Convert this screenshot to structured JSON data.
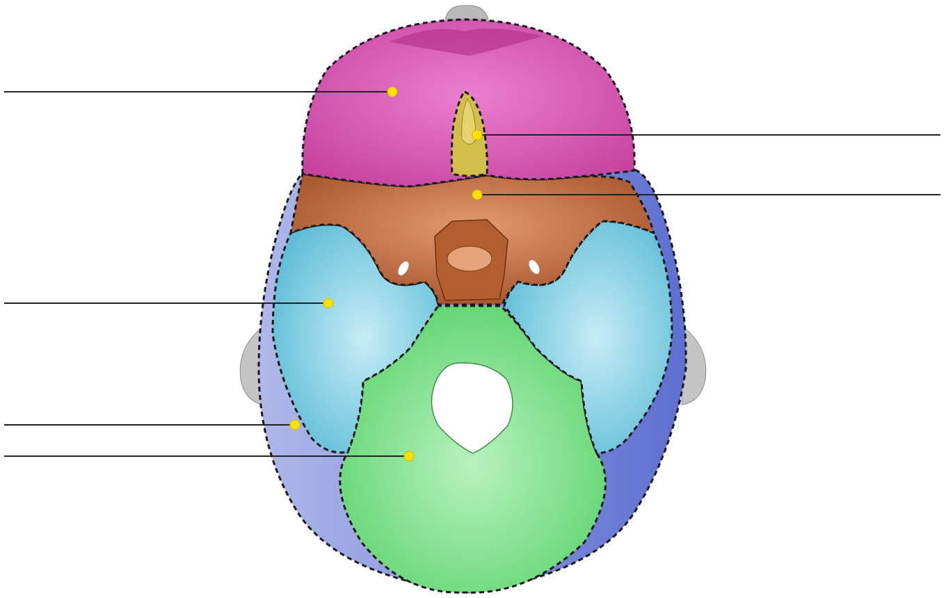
{
  "diagram": {
    "kind": "skull-base-superior-view",
    "colors": {
      "background": "#ffffff",
      "frontal": "#d54fb0",
      "ethmoid": "#d2bf4a",
      "sphenoid": "#c46a38",
      "temporal": "#5fc3dc",
      "parietal": "#8090d8",
      "occipital": "#6fdb7a",
      "foramen": "#ffffff",
      "marker": "#ffe100",
      "leader": "#222222",
      "outline": "#1a1a1a"
    },
    "labels": [
      {
        "id": "frontal",
        "text": "",
        "side": "left"
      },
      {
        "id": "ethmoid",
        "text": "",
        "side": "right"
      },
      {
        "id": "sphenoid",
        "text": "",
        "side": "right"
      },
      {
        "id": "temporal",
        "text": "",
        "side": "left"
      },
      {
        "id": "parietal",
        "text": "",
        "side": "left"
      },
      {
        "id": "occipital",
        "text": "",
        "side": "left"
      }
    ]
  }
}
